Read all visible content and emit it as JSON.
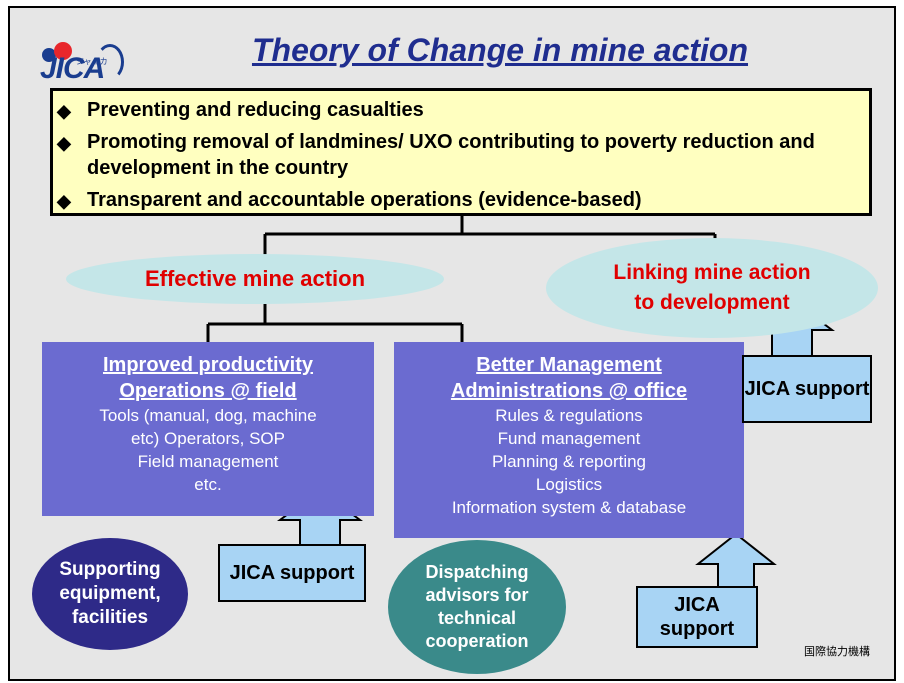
{
  "header": {
    "logo_text": "JICA",
    "logo_kana": "ジャイカ",
    "title": "Theory of Change in mine action"
  },
  "goals": [
    "Preventing and reducing casualties",
    "Promoting removal of landmines/ UXO contributing to poverty reduction and development in the country",
    "Transparent and accountable operations (evidence-based)"
  ],
  "outcomes": {
    "effective": "Effective mine action",
    "linking_line1": "Linking mine action",
    "linking_line2": "to development"
  },
  "productivity": {
    "heading1": "Improved productivity",
    "heading2": "Operations @ field",
    "lines": [
      "Tools (manual, dog, machine",
      "etc) Operators, SOP",
      "Field management",
      "etc."
    ]
  },
  "management": {
    "heading1": "Better Management",
    "heading2": "Administrations @ office",
    "lines": [
      "Rules & regulations",
      "Fund management",
      "Planning & reporting",
      "Logistics",
      "Information system & database"
    ]
  },
  "supports": {
    "support_label": "JICA support",
    "equipment_lines": [
      "Supporting",
      "equipment,",
      "facilities"
    ],
    "advisors_lines": [
      "Dispatching",
      "advisors for",
      "technical",
      "cooperation"
    ]
  },
  "footer": "国際協力機構",
  "colors": {
    "title": "#1f2d8f",
    "outcome_text": "#e00000",
    "box_fill": "#6b6bd0",
    "support_fill": "#a8d4f4",
    "equipment_fill": "#2e2a88",
    "advisors_fill": "#3a8a8a"
  }
}
